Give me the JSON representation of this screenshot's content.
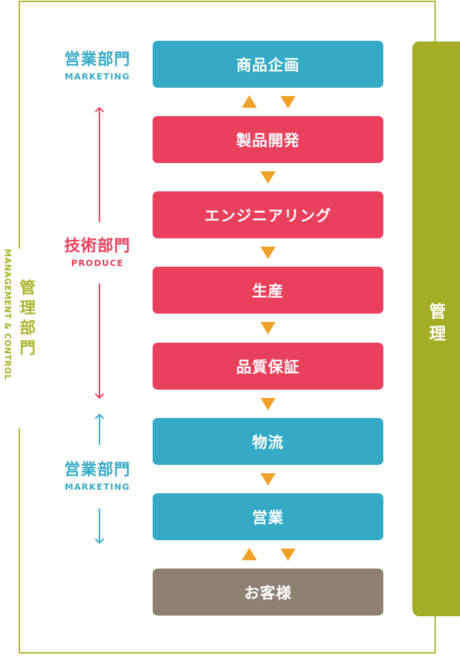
{
  "flow_steps": [
    {
      "label": "商品企画",
      "color": "#35aac7"
    },
    {
      "label": "製品開発",
      "color": "#e9405d"
    },
    {
      "label": "エンジニアリング",
      "color": "#e9405d"
    },
    {
      "label": "生産",
      "color": "#e9405d"
    },
    {
      "label": "品質保証",
      "color": "#e9405d"
    },
    {
      "label": "物流",
      "color": "#35aac7"
    },
    {
      "label": "営業",
      "color": "#35aac7"
    },
    {
      "label": "お客様",
      "color": "#8f8074"
    }
  ],
  "departments": {
    "marketing_top": {
      "ja": "営業部門",
      "en": "MARKETING"
    },
    "produce": {
      "ja": "技術部門",
      "en": "PRODUCE"
    },
    "marketing_bottom": {
      "ja": "営業部門",
      "en": "MARKETING"
    }
  },
  "management_side": {
    "ja": "管理部門",
    "en": "MANAGEMENT & CONTROL"
  },
  "management_bar": {
    "label": "管理"
  },
  "colors": {
    "marketing": "#35aac7",
    "produce": "#e9405d",
    "customer": "#8f8074",
    "management": "#a9b42a",
    "arrow": "#f0a128"
  }
}
